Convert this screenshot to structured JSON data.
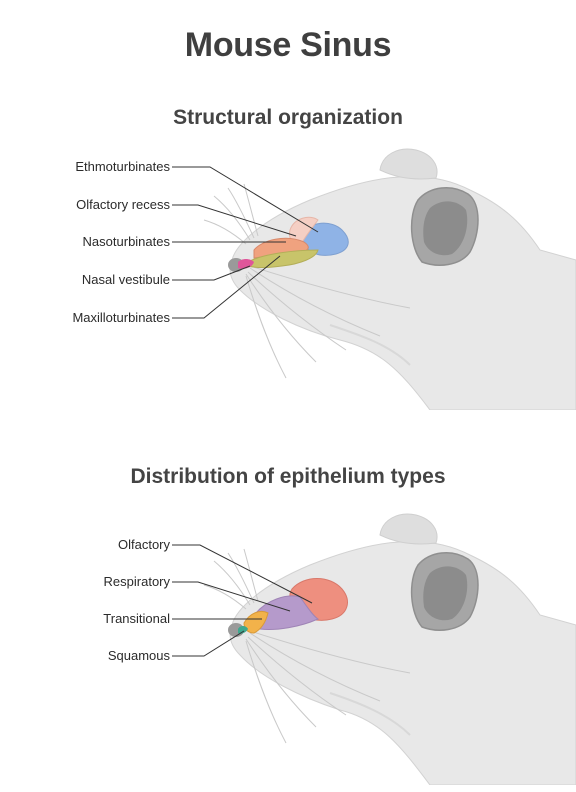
{
  "title": "Mouse Sinus",
  "sections": [
    {
      "subtitle": "Structural organization",
      "labels": [
        "Ethmoturbinates",
        "Olfactory recess",
        "Nasoturbinates",
        "Nasal vestibule",
        "Maxilloturbinates"
      ]
    },
    {
      "subtitle": "Distribution of epithelium types",
      "labels": [
        "Olfactory",
        "Respiratory",
        "Transitional",
        "Squamous"
      ]
    }
  ],
  "colors": {
    "ethmoturbinates": "#8fb3e6",
    "olfactory_recess": "#f5cfc4",
    "nasoturbinates": "#f0a27f",
    "nasal_vestibule": "#e0559a",
    "maxilloturbinates": "#c8c46a",
    "olfactory": "#ee8f7f",
    "respiratory": "#b59acb",
    "transitional": "#f2b24a",
    "squamous": "#3ea88f",
    "head": "#e6e6e6",
    "ear": "#9a9a9a"
  }
}
